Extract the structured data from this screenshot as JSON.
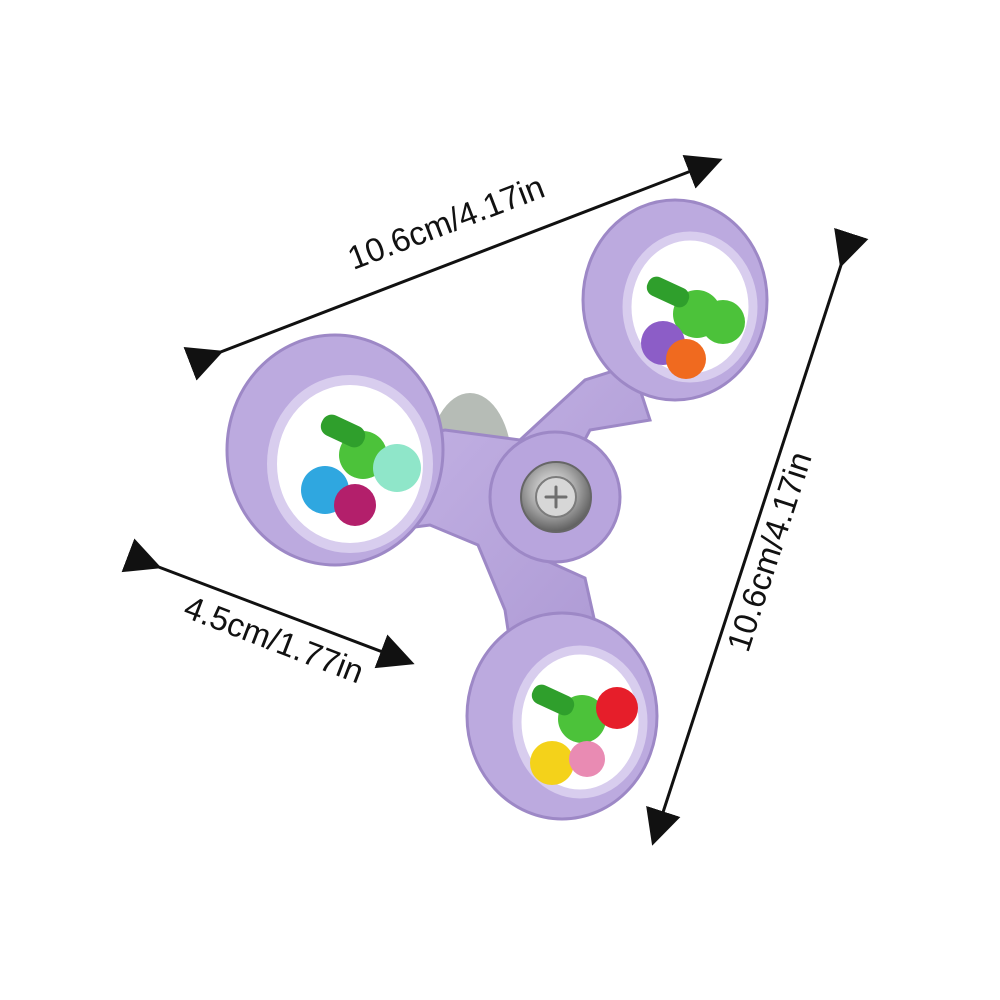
{
  "product": {
    "name": "",
    "body_color": "#b9a6dc",
    "body_shadow": "#9d88c6",
    "ring_inner_color": "#ffffff",
    "bearing_color": "#b8b8b8",
    "accent_colors": [
      "#4cc23a",
      "#2fa7e0",
      "#b31f6b",
      "#8fe6c9",
      "#8c5dc7",
      "#f06a1f",
      "#e61e2a",
      "#f4d21a",
      "#e98bb3"
    ]
  },
  "dimensions": {
    "top_width": "10.6cm/4.17in",
    "side_height": "10.6cm/4.17in",
    "thickness": "4.5cm/1.77in"
  }
}
